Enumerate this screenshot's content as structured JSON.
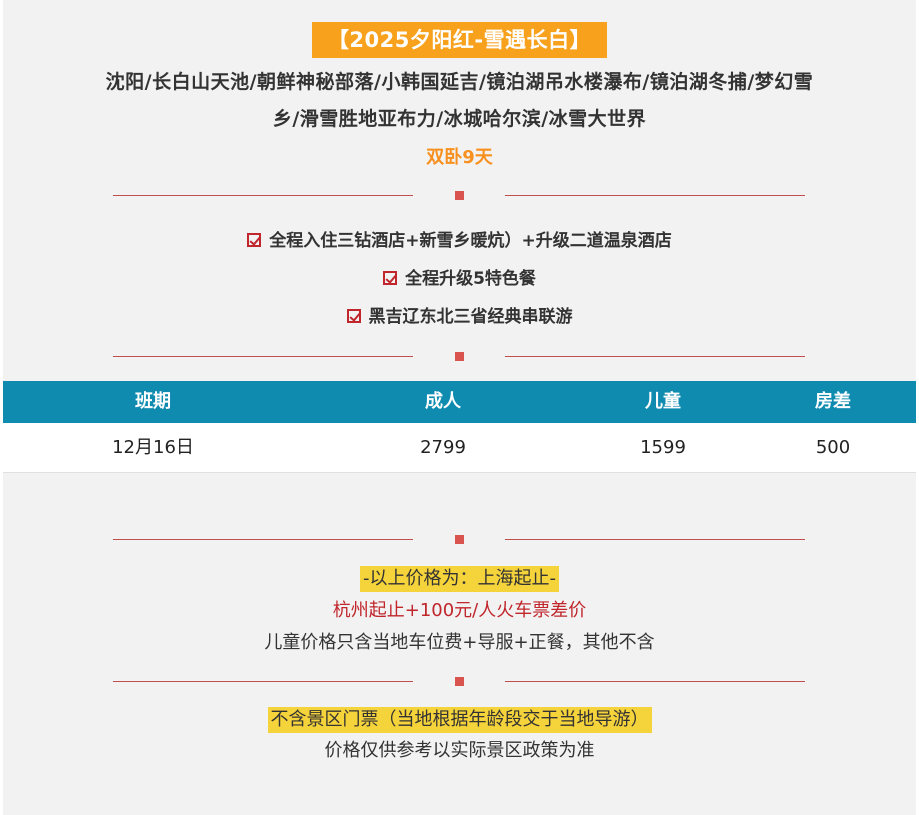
{
  "header": {
    "title": "【2025夕阳红-雪遇长白】",
    "route_line1": "沈阳/长白山天池/朝鲜神秘部落/小韩国延吉/镜泊湖吊水楼瀑布/镜泊湖冬捕/梦幻雪",
    "route_line2": "乡/滑雪胜地亚布力/冰城哈尔滨/冰雪大世界",
    "subtitle": "双卧9天"
  },
  "features": [
    "全程入住三钻酒店+新雪乡暖炕）+升级二道温泉酒店",
    "全程升级5特色餐",
    "黑吉辽东北三省经典串联游"
  ],
  "table": {
    "headers": [
      "班期",
      "成人",
      "儿童",
      "房差"
    ],
    "rows": [
      [
        "12月16日",
        "2799",
        "1599",
        "500"
      ]
    ]
  },
  "notes": {
    "price_origin": "-以上价格为：上海起止-",
    "hangzhou": "杭州起止+100元/人火车票差价",
    "child": "儿童价格只含当地车位费+导服+正餐，其他不含",
    "tickets": "不含景区门票（当地根据年龄段交于当地导游）",
    "reference": "价格仅供参考以实际景区政策为准"
  },
  "colors": {
    "title_bg": "#f7a11d",
    "subtitle": "#f7901e",
    "table_header": "#0f8bb0",
    "highlight": "#f5d33a",
    "accent_red": "#c0262c"
  }
}
